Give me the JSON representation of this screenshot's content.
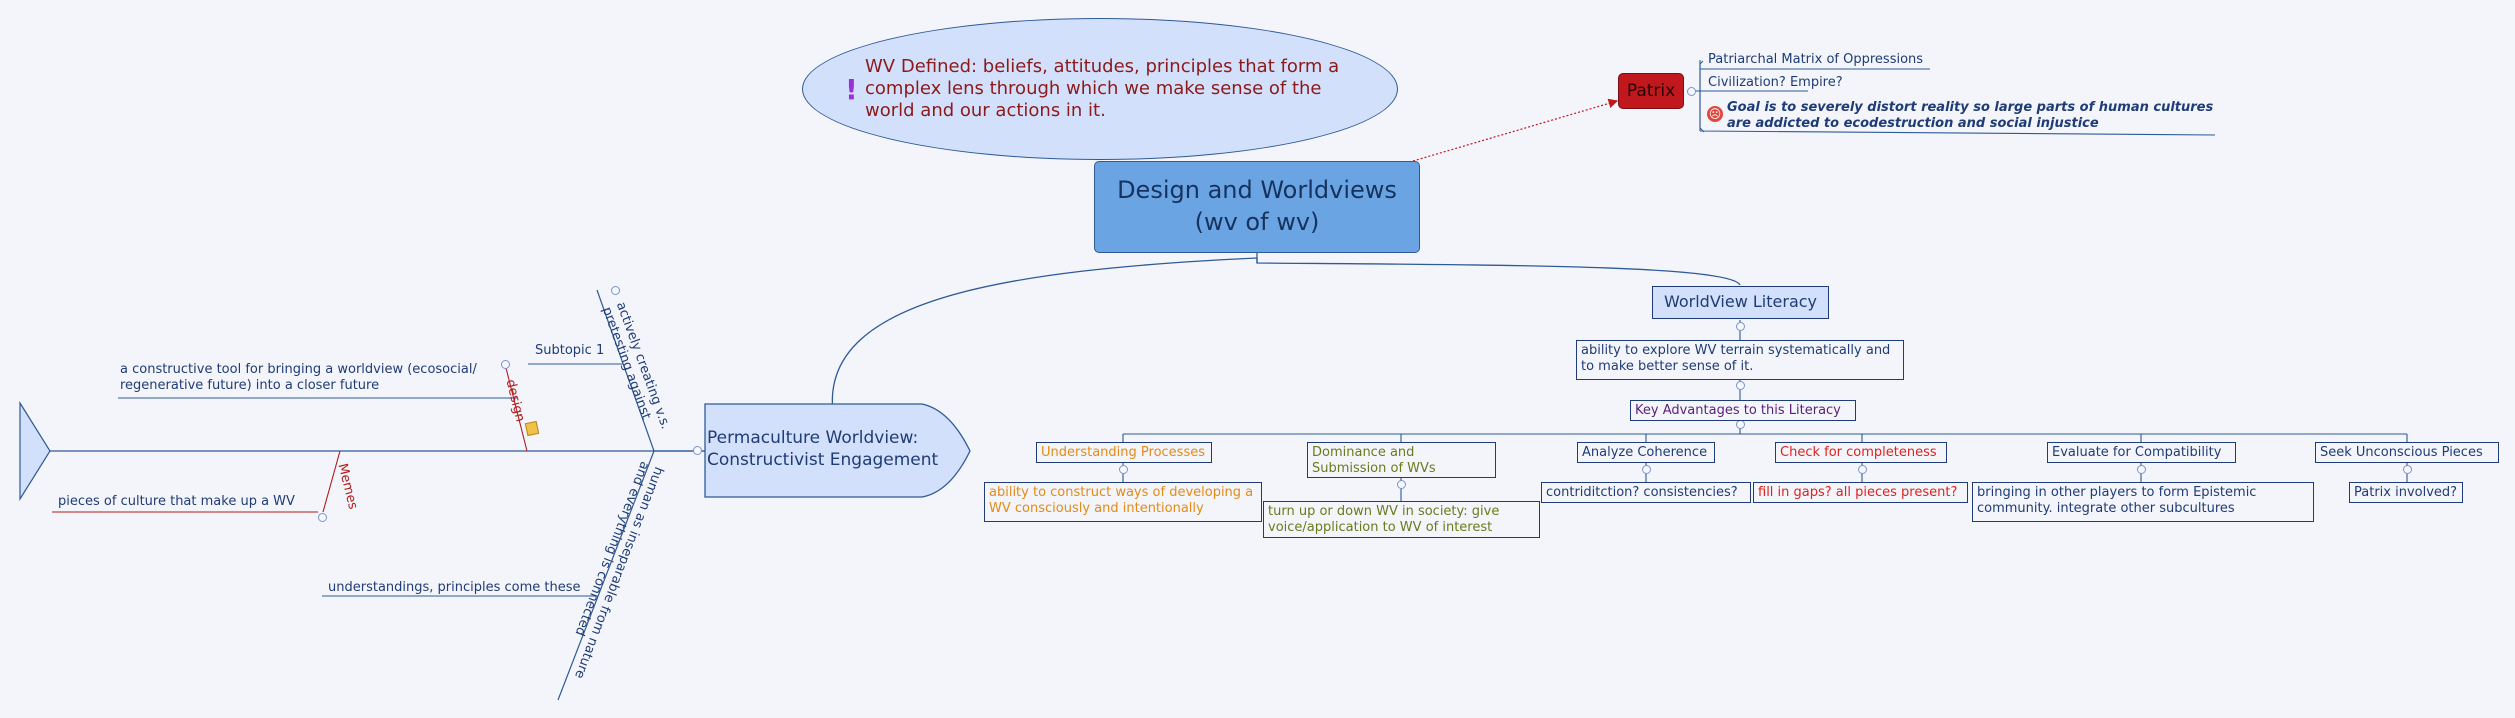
{
  "central": {
    "line1": "Design and Worldviews",
    "line2": "(wv of wv)"
  },
  "definition": "WV Defined: beliefs, attitudes, principles that form a complex lens through which we make sense of the world and our actions in it.",
  "patrix": {
    "label": "Patrix",
    "children": [
      "Patriarchal Matrix of Oppressions",
      "Civilization? Empire?",
      "Goal is to severely distort reality so large parts of human cultures are addicted to ecodestruction and social injustice"
    ]
  },
  "literacy": {
    "title": "WorldView Literacy",
    "description": "ability to explore WV terrain systematically and to make better sense of it.",
    "advantages_title": "Key Advantages to this Literacy",
    "advantages": [
      {
        "label": "Understanding Processes",
        "detail": "ability to construct ways of developing a WV consciously and intentionally",
        "color": "#e58a14"
      },
      {
        "label": "Dominance and Submission of WVs",
        "detail": "turn up or down WV in society: give voice/application to WV of interest",
        "color": "#6b7a1c"
      },
      {
        "label": "Analyze Coherence",
        "detail": "contriditction? consistencies?",
        "color": "#1f3c76"
      },
      {
        "label": "Check for completeness",
        "detail": "fill in gaps? all pieces present?",
        "color": "#e0221c"
      },
      {
        "label": "Evaluate for Compatibility",
        "detail": "bringing in other players to form Epistemic community. integrate other subcultures",
        "color": "#1f3c76"
      },
      {
        "label": "Seek Unconscious Pieces",
        "detail": "Patrix involved?",
        "color": "#1f3c76"
      }
    ]
  },
  "permaculture": {
    "title": "Permaculture Worldview: Constructivist Engagement",
    "bone_upper": "actively creating v.s. pretesting against",
    "subtopic": "Subtopic 1",
    "design_label": "design",
    "design_note": "a constructive tool for bringing a worldview (ecosocial/ regenerative future) into a closer future",
    "memes_label": "Memes",
    "memes_note": "pieces of culture that make up a WV",
    "bone_lower": "human as inseparable from nature and everything is connected",
    "lower_note": "understandings, principles come these"
  },
  "colors": {
    "accent": "#6aa4e3",
    "line": "#1f3c76",
    "patrix": "#c0181c",
    "memes": "#b41c1c"
  }
}
